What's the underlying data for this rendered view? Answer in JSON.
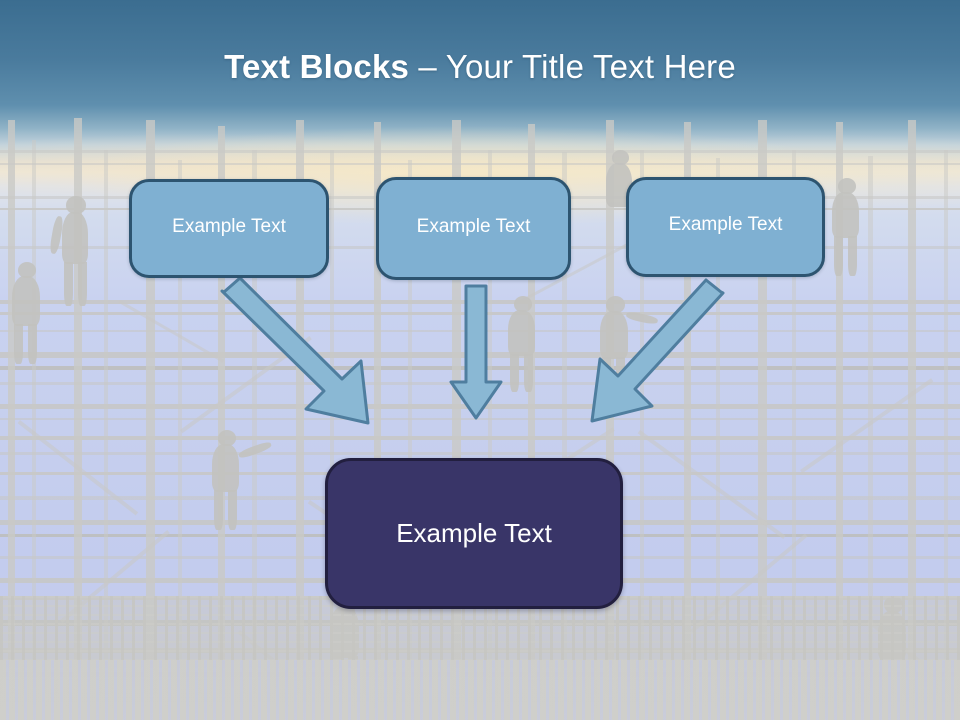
{
  "slide": {
    "title_bold": "Text Blocks",
    "title_separator": " – ",
    "title_rest": "Your Title Text Here",
    "background_description": "scaffolding-construction-silhouette-photo",
    "colors": {
      "header_band": "#3b6d90",
      "box_fill": "#7fb0d2",
      "box_border": "#2d5470",
      "main_box_fill": "#393568",
      "main_box_border": "#221f3f",
      "arrow_fill": "#8ab8d4",
      "arrow_stroke": "#5b86a8",
      "text": "#ffffff"
    }
  },
  "top_boxes": [
    {
      "label": "Example Text"
    },
    {
      "label": "Example Text"
    },
    {
      "label": "Example Text"
    }
  ],
  "main_box": {
    "label": "Example Text"
  },
  "arrows": [
    {
      "name": "arrow-left-diagonal",
      "direction": "down-right"
    },
    {
      "name": "arrow-middle-vertical",
      "direction": "down"
    },
    {
      "name": "arrow-right-diagonal",
      "direction": "down-left"
    }
  ]
}
